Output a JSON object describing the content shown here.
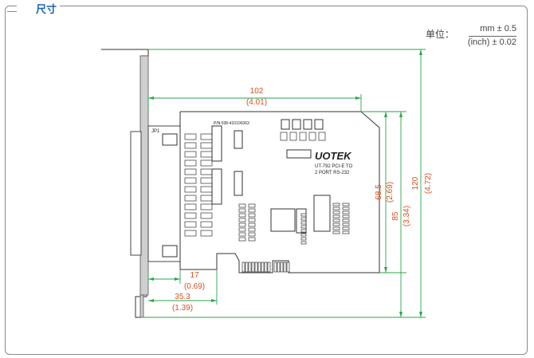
{
  "title": "尺寸",
  "unit": {
    "label": "单位：",
    "top": "mm ± 0.5",
    "bottom": "(inch) ± 0.02"
  },
  "dimensions": {
    "width_mm": "102",
    "width_in": "(4.01)",
    "h1_mm": "68.5",
    "h1_in": "(2.69)",
    "h2_mm": "85",
    "h2_in": "(3.34)",
    "h3_mm": "120",
    "h3_in": "(4.72)",
    "w1_mm": "17",
    "w1_in": "(0.69)",
    "w2_mm": "35.3",
    "w2_in": "(1.39)"
  },
  "board": {
    "part_number": "P/N:038-410100363",
    "brand": "UOTEK",
    "model_line1": "UT-792 PCI-E TO",
    "model_line2": "2 PORT RS-232",
    "connector_label": "JP1"
  },
  "colors": {
    "accent": "#1a64b5",
    "dimension_line": "#2aa64a",
    "dimension_text": "#d9501e"
  }
}
